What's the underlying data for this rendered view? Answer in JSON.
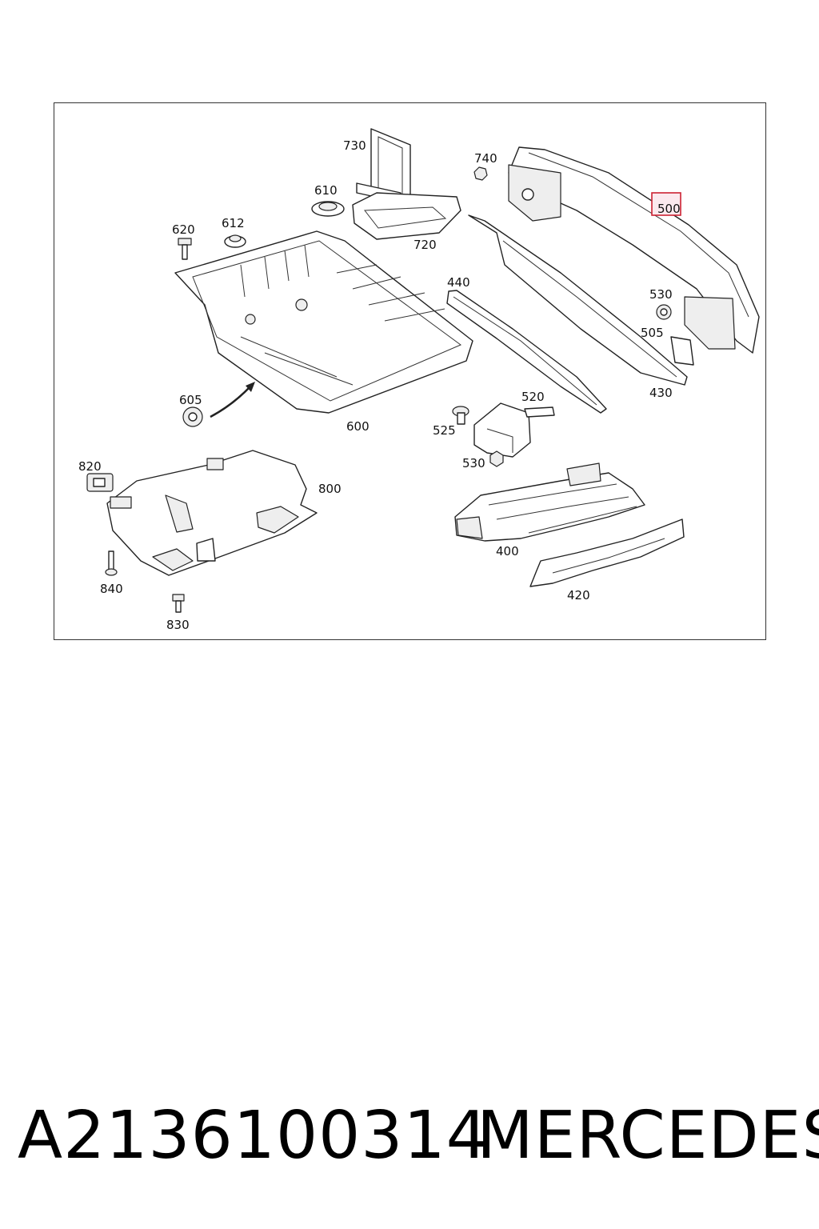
{
  "diagram": {
    "callouts": {
      "c730": "730",
      "c740": "740",
      "c610": "610",
      "c620": "620",
      "c612": "612",
      "c720": "720",
      "c500": "500",
      "c440": "440",
      "c530a": "530",
      "c505": "505",
      "c430": "430",
      "c605": "605",
      "c600": "600",
      "c520": "520",
      "c525": "525",
      "c530b": "530",
      "c820": "820",
      "c800": "800",
      "c400": "400",
      "c840": "840",
      "c420": "420",
      "c830": "830"
    },
    "highlighted_callout": "500",
    "highlight_color": "#cc2233"
  },
  "footer": {
    "part_number": "A2136100314",
    "brand": "MERCEDES"
  }
}
